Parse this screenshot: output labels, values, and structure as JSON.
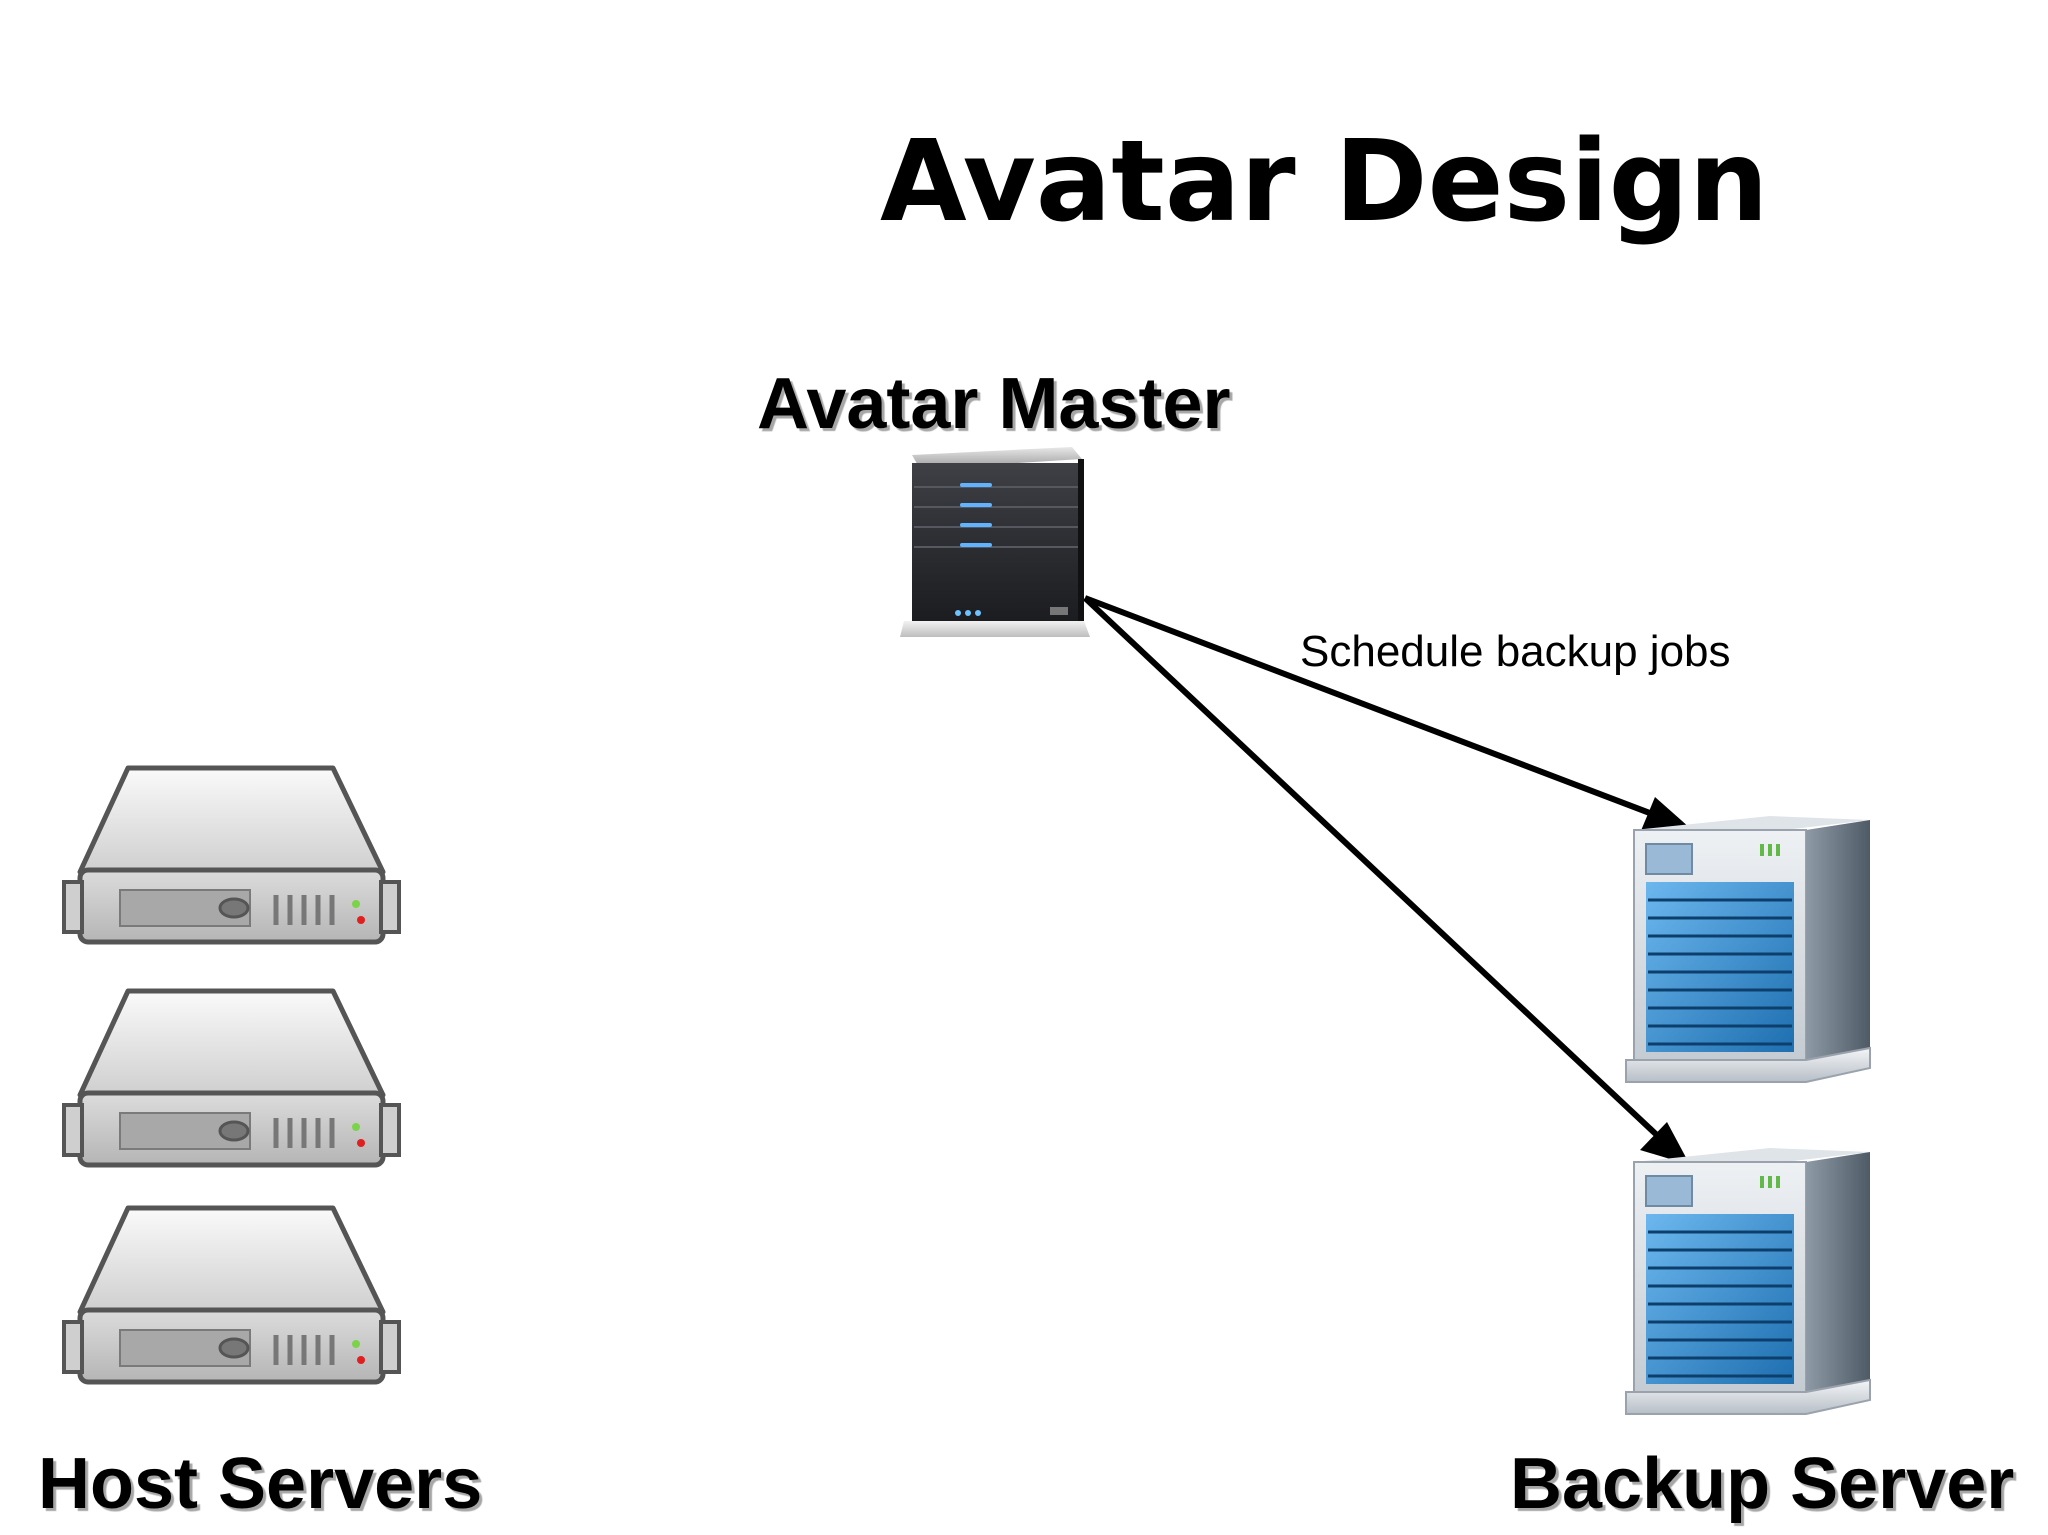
{
  "title": "Avatar Design",
  "nodes": {
    "master": {
      "label": "Avatar Master",
      "icon": "tower-server-icon"
    },
    "hosts": {
      "label": "Host Servers",
      "icon": "rack-server-icon",
      "count": 3
    },
    "backup": {
      "label": "Backup Server",
      "icon": "blue-server-icon",
      "count": 2
    }
  },
  "edges": [
    {
      "from": "master",
      "to": "backup-1",
      "label": "Schedule backup jobs"
    },
    {
      "from": "master",
      "to": "backup-2",
      "label": ""
    }
  ],
  "colors": {
    "arrow": "#000000",
    "host_body": "#d9d9d9",
    "backup_panel": "#2f86c8",
    "master_body": "#2b2d31"
  }
}
